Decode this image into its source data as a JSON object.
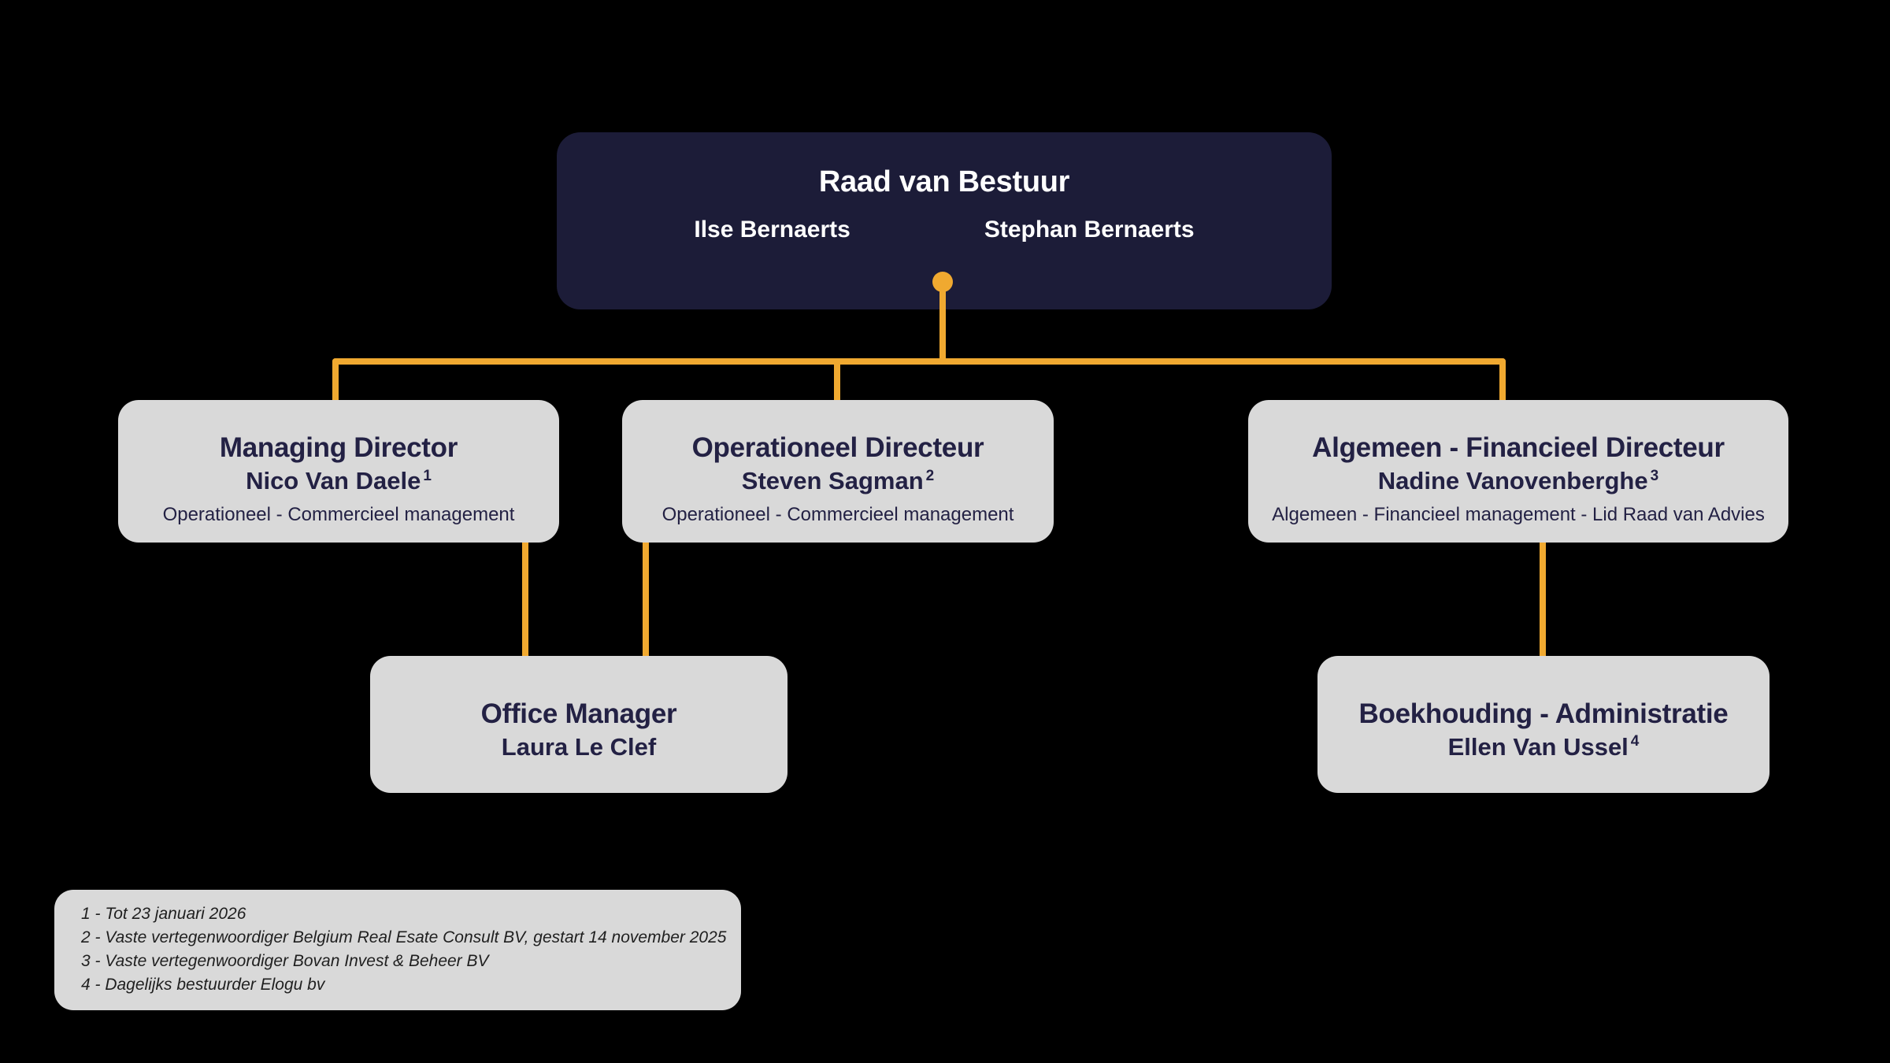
{
  "colors": {
    "background": "#000000",
    "accent_orange": "#f0a930",
    "board_box": "#1c1c38",
    "role_box": "#d9d9d9",
    "role_text": "#232144",
    "board_text": "#ffffff",
    "footnote_text": "#1f1f1f"
  },
  "board": {
    "title": "Raad van Bestuur",
    "members": [
      "Ilse Bernaerts",
      "Stephan Bernaerts"
    ]
  },
  "level2": [
    {
      "title": "Managing Director",
      "name": "Nico Van Daele",
      "ref": "1",
      "subtitle": "Operationeel - Commercieel management"
    },
    {
      "title": "Operationeel Directeur",
      "name": "Steven Sagman",
      "ref": "2",
      "subtitle": "Operationeel - Commercieel management"
    },
    {
      "title": "Algemeen - Financieel Directeur",
      "name": "Nadine Vanovenberghe",
      "ref": "3",
      "subtitle": "Algemeen - Financieel management - Lid Raad van Advies"
    }
  ],
  "level3": [
    {
      "title": "Office Manager",
      "name": "Laura Le Clef"
    },
    {
      "title": "Boekhouding - Administratie",
      "name": "Ellen Van Ussel",
      "ref": "4"
    }
  ],
  "footnotes": {
    "items": [
      "1 - Tot 23 januari 2026",
      "2 - Vaste vertegenwoordiger Belgium Real Esate Consult BV, gestart 14 november 2025",
      "3 - Vaste vertegenwoordiger Bovan Invest & Beheer BV",
      "4 - Dagelijks bestuurder Elogu bv"
    ]
  }
}
